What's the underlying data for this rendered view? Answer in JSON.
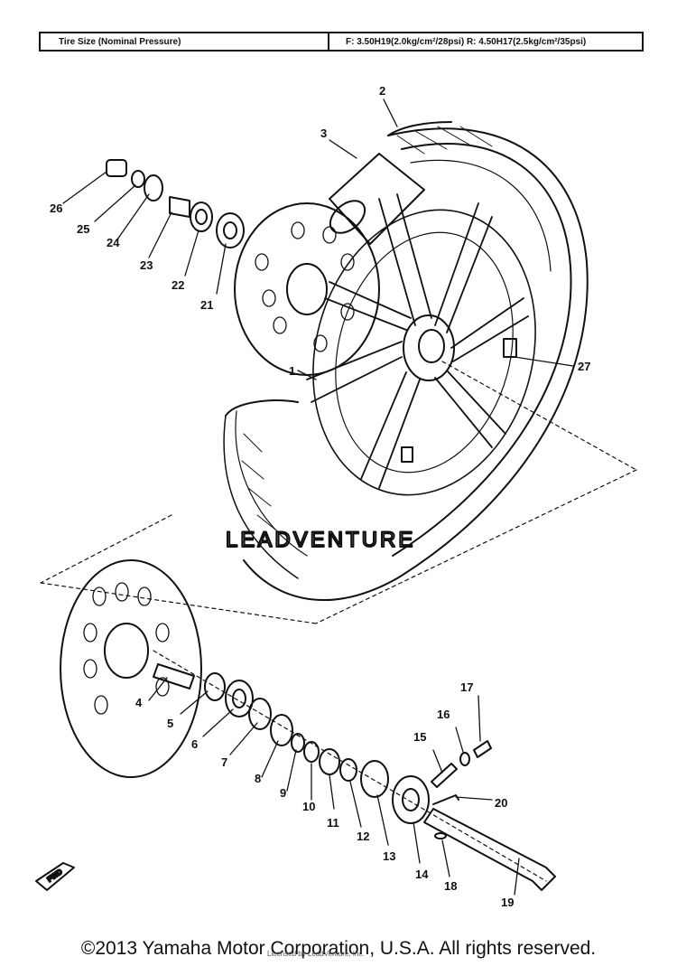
{
  "header": {
    "label": "Tire Size (Nominal Pressure)",
    "spec": "F: 3.50H19(2.0kg/cm²/28psi)  R: 4.50H17(2.5kg/cm²/35psi)"
  },
  "parts": [
    "1",
    "2",
    "3",
    "4",
    "5",
    "6",
    "7",
    "8",
    "9",
    "10",
    "11",
    "12",
    "13",
    "14",
    "15",
    "16",
    "17",
    "18",
    "19",
    "20",
    "21",
    "22",
    "23",
    "24",
    "25",
    "26",
    "27"
  ],
  "badge": "FWD",
  "watermark": "LEADVENTURE",
  "license": "Licensed by LeadVenture, Inc.",
  "copyright": "©2013 Yamaha Motor Corporation, U.S.A. All rights reserved."
}
